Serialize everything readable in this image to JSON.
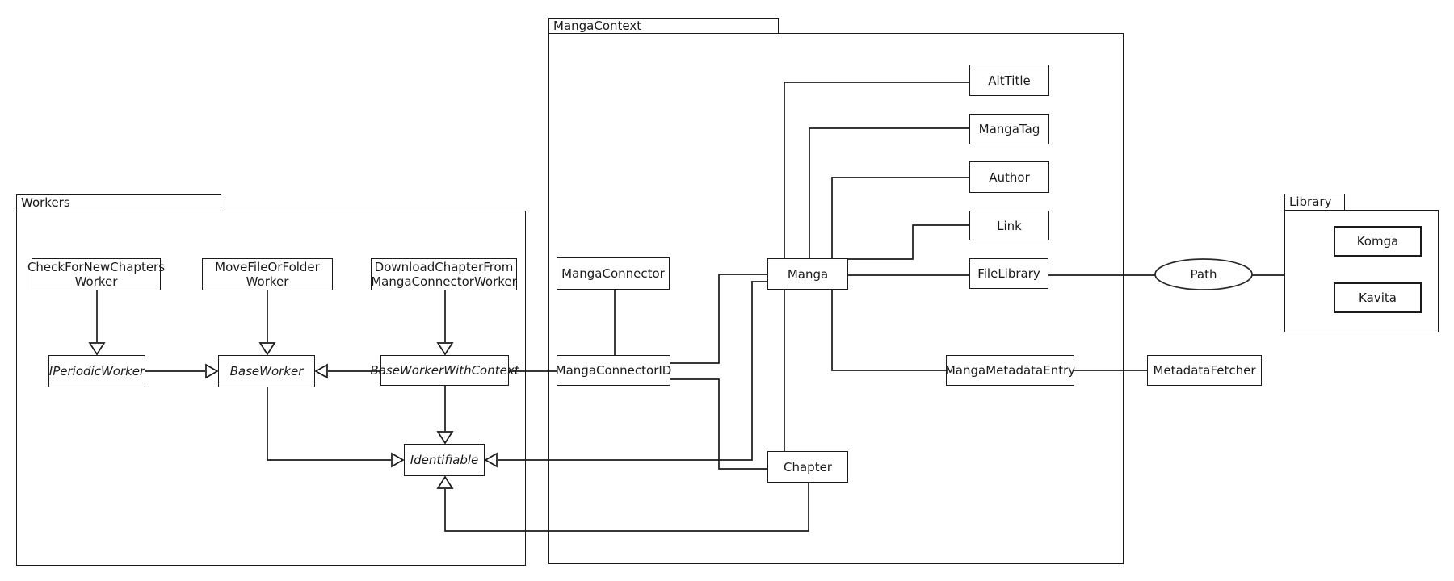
{
  "diagram": {
    "packages": {
      "workers": {
        "label": "Workers"
      },
      "manga_context": {
        "label": "MangaContext"
      },
      "library": {
        "label": "Library"
      }
    },
    "nodes": {
      "check_for_new_chapters_worker": {
        "label": "CheckForNewChapters\nWorker"
      },
      "move_file_or_folder_worker": {
        "label": "MoveFileOrFolder\nWorker"
      },
      "download_chapter_worker": {
        "label": "DownloadChapterFrom\nMangaConnectorWorker"
      },
      "iperiodic_worker": {
        "label": "IPeriodicWorker"
      },
      "base_worker": {
        "label": "BaseWorker"
      },
      "base_worker_with_context": {
        "label": "BaseWorkerWithContext"
      },
      "identifiable": {
        "label": "Identifiable"
      },
      "manga_connector": {
        "label": "MangaConnector"
      },
      "manga_connector_id": {
        "label": "MangaConnectorID"
      },
      "manga": {
        "label": "Manga"
      },
      "chapter": {
        "label": "Chapter"
      },
      "alt_title": {
        "label": "AltTitle"
      },
      "manga_tag": {
        "label": "MangaTag"
      },
      "author": {
        "label": "Author"
      },
      "link": {
        "label": "Link"
      },
      "file_library": {
        "label": "FileLibrary"
      },
      "manga_metadata_entry": {
        "label": "MangaMetadataEntry"
      },
      "metadata_fetcher": {
        "label": "MetadataFetcher"
      },
      "komga": {
        "label": "Komga"
      },
      "kavita": {
        "label": "Kavita"
      },
      "path": {
        "label": "Path"
      }
    },
    "edges": [
      "CheckForNewChaptersWorker --|> IPeriodicWorker",
      "MoveFileOrFolderWorker --|> BaseWorker",
      "DownloadChapterFromMangaConnectorWorker --|> BaseWorkerWithContext",
      "IPeriodicWorker --|> BaseWorker",
      "BaseWorkerWithContext --|> BaseWorker",
      "BaseWorker --|> Identifiable",
      "BaseWorkerWithContext --|> Identifiable",
      "Manga --|> Identifiable",
      "Chapter --|> Identifiable",
      "BaseWorkerWithContext -- MangaConnectorID",
      "MangaConnector -- MangaConnectorID",
      "MangaConnectorID -- Manga",
      "MangaConnectorID -- Chapter",
      "Manga -- AltTitle",
      "Manga -- MangaTag",
      "Manga -- Author",
      "Manga -- Link",
      "Manga -- FileLibrary",
      "Manga -- Chapter",
      "Manga -- MangaMetadataEntry",
      "MangaMetadataEntry -- MetadataFetcher",
      "FileLibrary -- Path",
      "Path -- Library"
    ]
  }
}
